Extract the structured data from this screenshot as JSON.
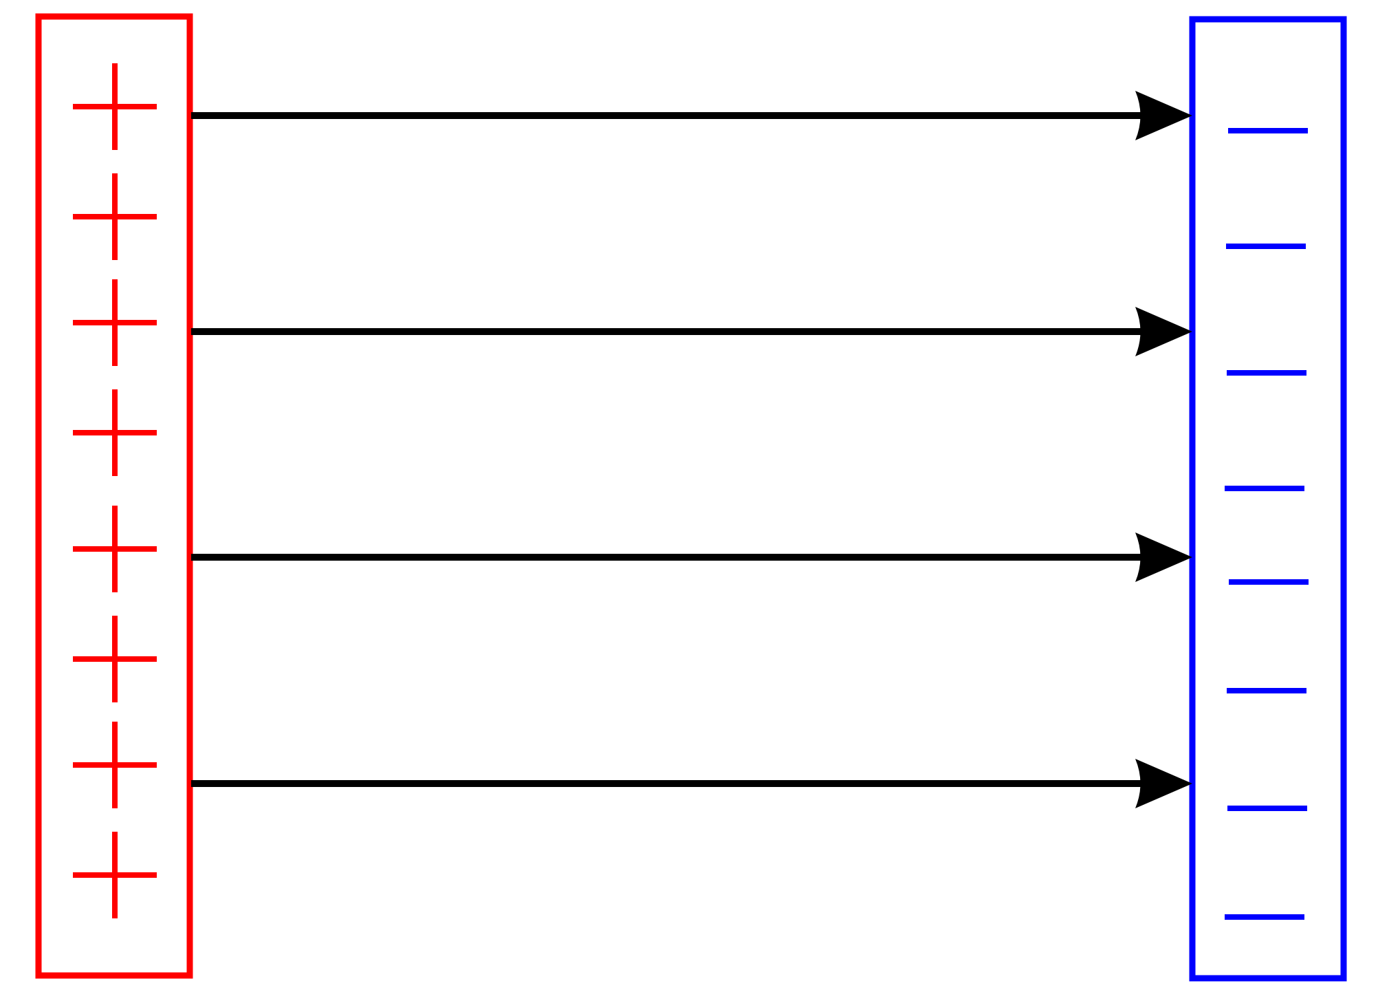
{
  "colors": {
    "positive_plate": "#ff0000",
    "negative_plate": "#0000ff",
    "field_lines": "#000000",
    "background": "#ffffff"
  },
  "positive_plate": {
    "symbol": "+",
    "charge_count": 8
  },
  "negative_plate": {
    "symbol": "−",
    "charge_count": 8
  },
  "field_arrows": {
    "count": 4,
    "direction": "left-to-right"
  }
}
